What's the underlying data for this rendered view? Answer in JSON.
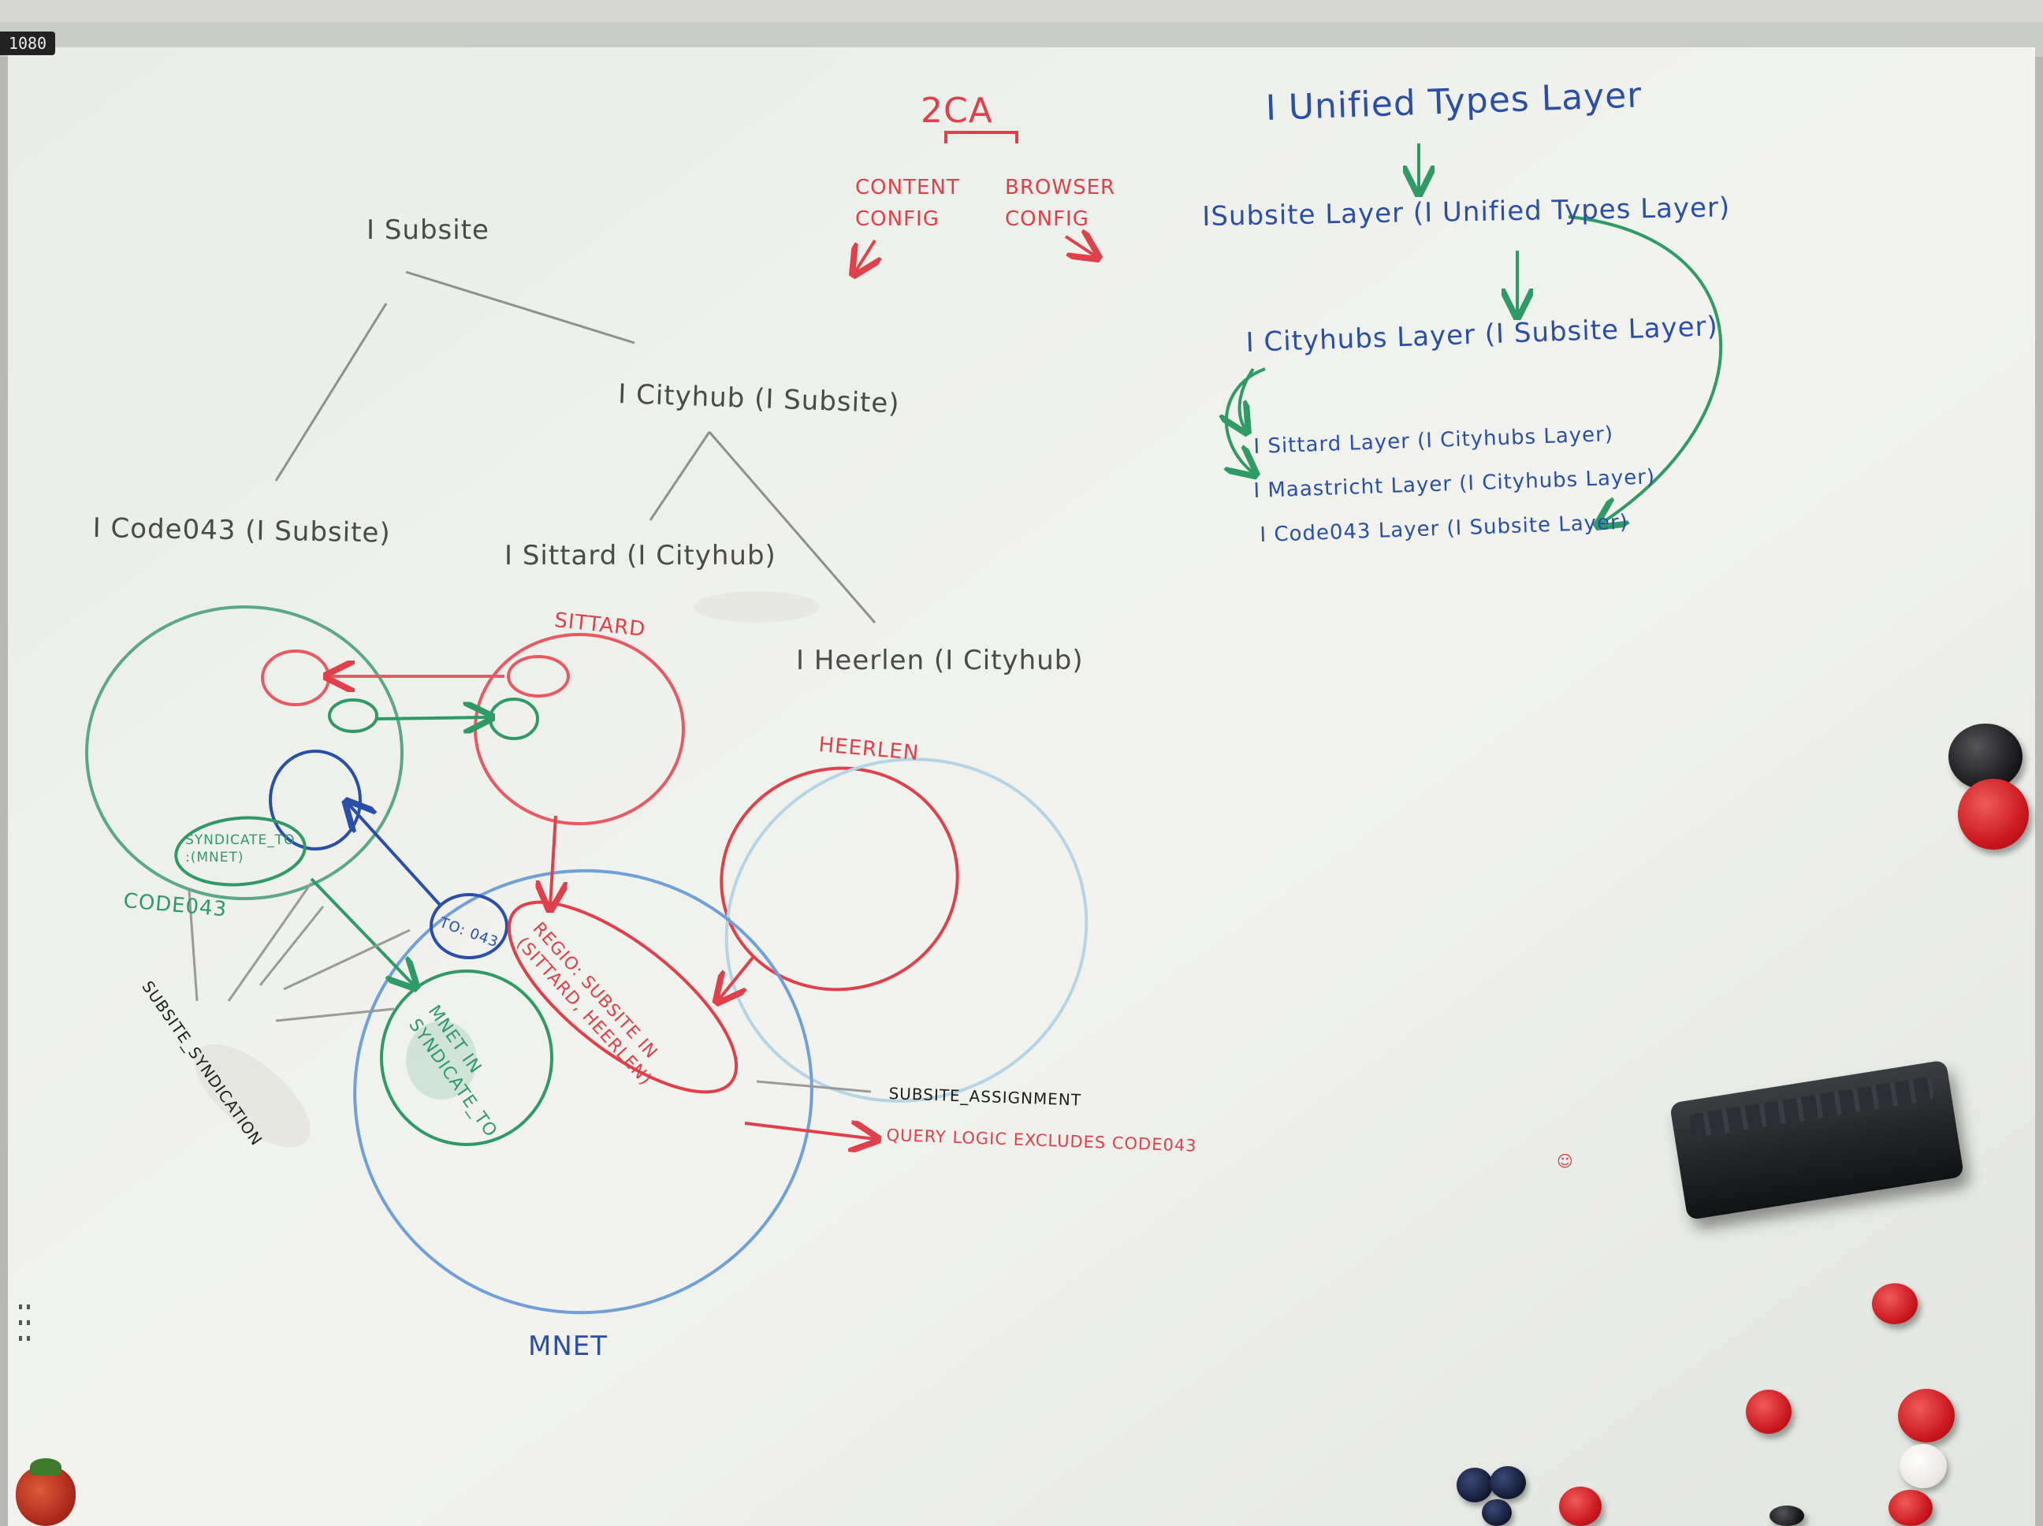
{
  "whiteboard": {
    "center_header": {
      "title": "2CA",
      "left_branch": "CONTENT CONFIG",
      "right_branch": "BROWSER CONFIG"
    },
    "right_hierarchy": {
      "root": "I Unified Types Layer",
      "level1": "ISubsite Layer (I Unified Types Layer)",
      "level2": "I Cityhubs Layer (I Subsite Layer)",
      "level3": [
        "I Sittard Layer (I Cityhubs Layer)",
        "I Maastricht Layer (I Cityhubs Layer)",
        "I Code043 Layer (I Subsite Layer)"
      ]
    },
    "left_tree": {
      "root": "I Subsite",
      "cityhub": "I Cityhub (I Subsite)",
      "code043": "I Code043 (I Subsite)",
      "sittard": "I Sittard (I Cityhub)",
      "heerlen": "I Heerlen (I Cityhub)"
    },
    "venn_labels": {
      "sittard": "SITTARD",
      "heerlen": "HEERLEN",
      "code043": "CODE043",
      "mnet": "MNET",
      "syndicate_to": "SYNDICATE_TO :(MNET)",
      "to_043": "TO: 043",
      "regio": "REGIO: SUBSITE IN (SITTARD, HEERLEN)",
      "mnet_in": "MNET IN SYNDICATE_TO",
      "subsite_syndication": "SUBSITE_SYNDICATION",
      "subsite_assignment": "SUBSITE_ASSIGNMENT",
      "query_logic": "QUERY LOGIC EXCLUDES CODE043"
    },
    "corner_label": "1080",
    "smiley": "☺"
  },
  "colors": {
    "board": "#eef0ec",
    "marker_gray": "#4a4a4a",
    "marker_blue": "#2a4fa8",
    "marker_red": "#e0404a",
    "marker_green": "#2f9a66",
    "marker_black": "#1e1e1e",
    "marker_lightblue": "#6fa0d8"
  },
  "objects": {
    "magnets": "red, black, white and navy round magnets",
    "eraser": "black whiteboard eraser"
  }
}
